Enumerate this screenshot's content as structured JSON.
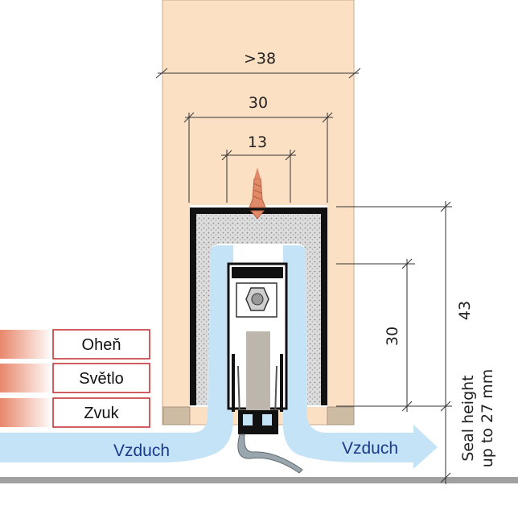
{
  "dimensions": {
    "door_min_width": ">38",
    "profile_width": "30",
    "screw_spacing": "13",
    "profile_height": "43",
    "seal_travel": "30"
  },
  "labels": {
    "fire": "Oheň",
    "light": "Světlo",
    "sound": "Zvuk",
    "air_left": "Vzduch",
    "air_right": "Vzduch",
    "seal_height_line1": "Seal height",
    "seal_height_line2": "up to 27 mm"
  },
  "colors": {
    "door": "#fbe0c4",
    "air": "#c5e3f6",
    "profile": "#111111",
    "foam": "#d6d6d6",
    "floor": "#a0a0a0",
    "label_border": "#c0282d",
    "air_text": "#1a3a8a"
  }
}
